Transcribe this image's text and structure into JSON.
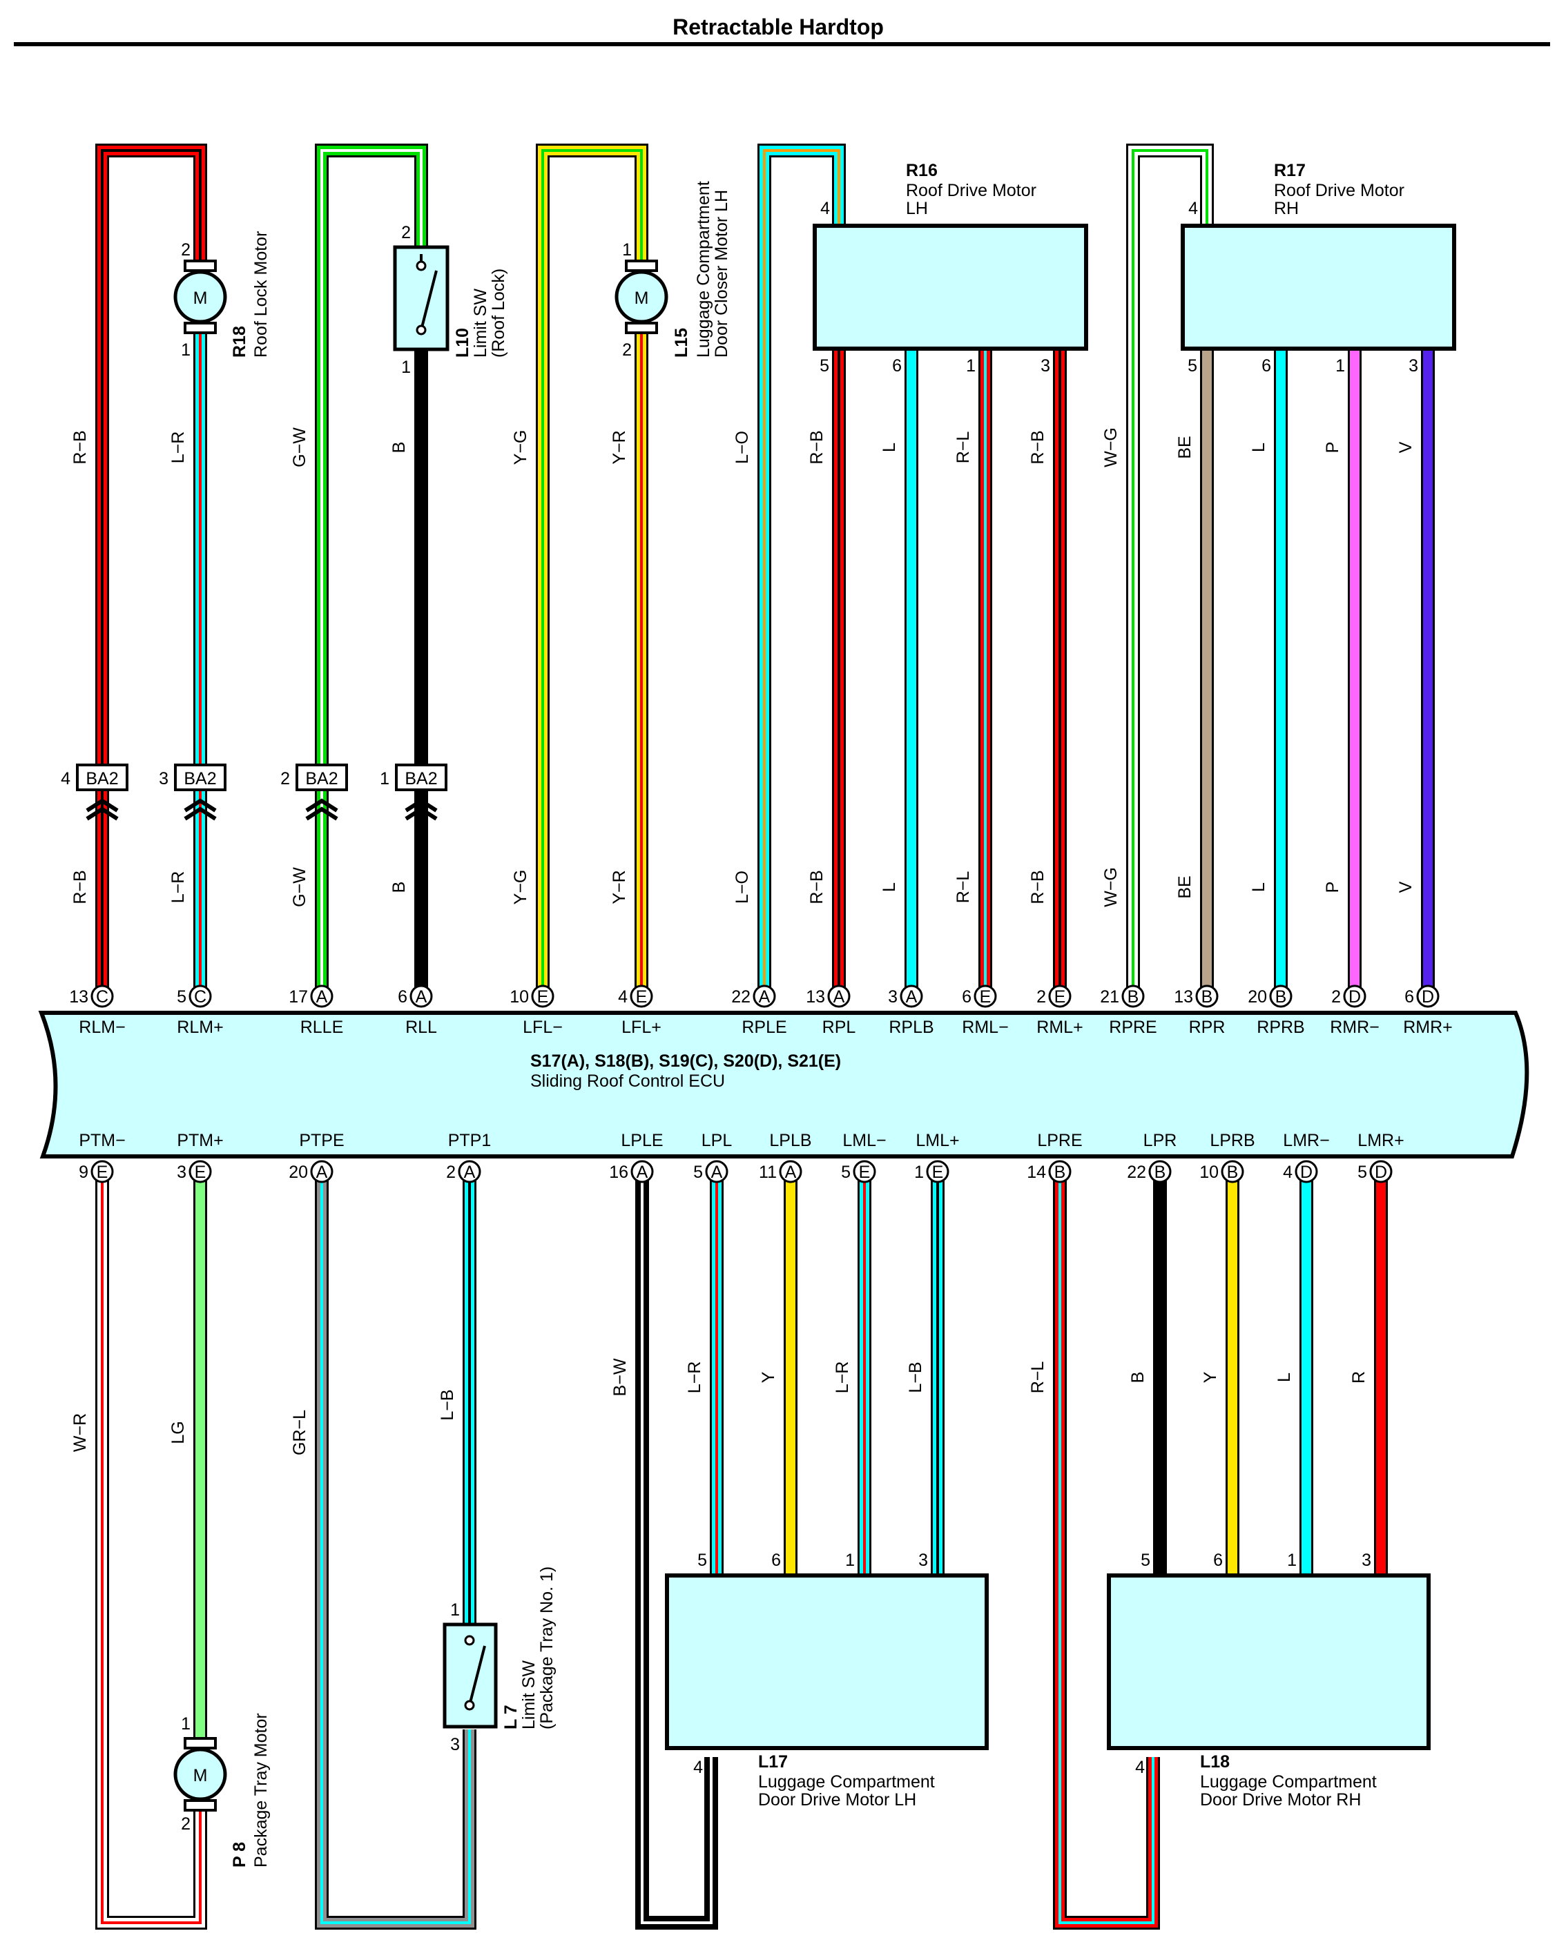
{
  "title": "Retractable Hardtop",
  "colors": {
    "R": "#ff0000",
    "B": "#000000",
    "L": "#00ffff",
    "G": "#00e000",
    "W": "#ffffff",
    "Y": "#ffe600",
    "O": "#ff9900",
    "BE": "#b9a38a",
    "P": "#ff66ff",
    "V": "#5522ee",
    "LG": "#80ff80",
    "GR": "#909090",
    "box_fill": "#ccffff",
    "ecu_fill": "#ccffff"
  },
  "ecu": {
    "names": "S17(A), S18(B), S19(C), S20(D), S21(E)",
    "desc": "Sliding Roof Control ECU",
    "top_terminals": [
      {
        "pin": "13",
        "conn": "C",
        "name": "RLM−"
      },
      {
        "pin": "5",
        "conn": "C",
        "name": "RLM+"
      },
      {
        "pin": "17",
        "conn": "A",
        "name": "RLLE"
      },
      {
        "pin": "6",
        "conn": "A",
        "name": "RLL"
      },
      {
        "pin": "10",
        "conn": "E",
        "name": "LFL−"
      },
      {
        "pin": "4",
        "conn": "E",
        "name": "LFL+"
      },
      {
        "pin": "22",
        "conn": "A",
        "name": "RPLE"
      },
      {
        "pin": "13",
        "conn": "A",
        "name": "RPL"
      },
      {
        "pin": "3",
        "conn": "A",
        "name": "RPLB"
      },
      {
        "pin": "6",
        "conn": "E",
        "name": "RML−"
      },
      {
        "pin": "2",
        "conn": "E",
        "name": "RML+"
      },
      {
        "pin": "21",
        "conn": "B",
        "name": "RPRE"
      },
      {
        "pin": "13",
        "conn": "B",
        "name": "RPR"
      },
      {
        "pin": "20",
        "conn": "B",
        "name": "RPRB"
      },
      {
        "pin": "2",
        "conn": "D",
        "name": "RMR−"
      },
      {
        "pin": "6",
        "conn": "D",
        "name": "RMR+"
      }
    ],
    "bottom_terminals": [
      {
        "pin": "9",
        "conn": "E",
        "name": "PTM−"
      },
      {
        "pin": "3",
        "conn": "E",
        "name": "PTM+"
      },
      {
        "pin": "20",
        "conn": "A",
        "name": "PTPE"
      },
      {
        "pin": "2",
        "conn": "A",
        "name": "PTP1"
      },
      {
        "pin": "16",
        "conn": "A",
        "name": "LPLE"
      },
      {
        "pin": "5",
        "conn": "A",
        "name": "LPL"
      },
      {
        "pin": "11",
        "conn": "A",
        "name": "LPLB"
      },
      {
        "pin": "5",
        "conn": "E",
        "name": "LML−"
      },
      {
        "pin": "1",
        "conn": "E",
        "name": "LML+"
      },
      {
        "pin": "14",
        "conn": "B",
        "name": "LPRE"
      },
      {
        "pin": "22",
        "conn": "B",
        "name": "LPR"
      },
      {
        "pin": "10",
        "conn": "B",
        "name": "LPRB"
      },
      {
        "pin": "4",
        "conn": "D",
        "name": "LMR−"
      },
      {
        "pin": "5",
        "conn": "D",
        "name": "LMR+"
      }
    ]
  },
  "connector_ba2": {
    "name": "BA2",
    "pins": [
      "4",
      "3",
      "2",
      "1"
    ]
  },
  "components": {
    "r18": {
      "id": "R18",
      "name": "Roof Lock Motor",
      "symbol": "M",
      "pin_top": "2",
      "pin_bottom": "1"
    },
    "l10": {
      "id": "L10",
      "name": "Limit SW",
      "sub": "(Roof Lock)",
      "pin_top": "2",
      "pin_bottom": "1"
    },
    "l15": {
      "id": "L15",
      "name": "Luggage Compartment",
      "sub": "Door Closer Motor LH",
      "symbol": "M",
      "pin_top": "1",
      "pin_bottom": "2"
    },
    "r16": {
      "id": "R16",
      "name": "Roof Drive Motor",
      "sub": "LH",
      "pins_top": [
        "4"
      ],
      "pins_bottom": [
        "5",
        "6",
        "1",
        "3"
      ]
    },
    "r17": {
      "id": "R17",
      "name": "Roof Drive Motor",
      "sub": "RH",
      "pins_top": [
        "4"
      ],
      "pins_bottom": [
        "5",
        "6",
        "1",
        "3"
      ]
    },
    "p8": {
      "id": "P 8",
      "name": "Package Tray Motor",
      "symbol": "M",
      "pin_top": "1",
      "pin_bottom": "2"
    },
    "l7": {
      "id": "L 7",
      "name": "Limit SW",
      "sub": "(Package Tray No. 1)",
      "pin_top": "1",
      "pin_bottom": "3"
    },
    "l17": {
      "id": "L17",
      "name": "Luggage Compartment",
      "sub": "Door Drive Motor LH",
      "pins_top": [
        "5",
        "6",
        "1",
        "3"
      ],
      "pins_bottom": [
        "4"
      ]
    },
    "l18": {
      "id": "L18",
      "name": "Luggage Compartment",
      "sub": "Door Drive Motor RH",
      "pins_top": [
        "5",
        "6",
        "1",
        "3"
      ],
      "pins_bottom": [
        "4"
      ]
    }
  },
  "wires_top": [
    {
      "label": "R−B",
      "label_lower": "R−B",
      "base": "R",
      "stripe": "B"
    },
    {
      "label": "L−R",
      "label_lower": "L−R",
      "base": "L",
      "stripe": "R"
    },
    {
      "label": "G−W",
      "label_lower": "G−W",
      "base": "G",
      "stripe": "W"
    },
    {
      "label": "B",
      "label_lower": "B",
      "base": "B",
      "stripe": ""
    },
    {
      "label": "Y−G",
      "label_lower": "Y−G",
      "base": "Y",
      "stripe": "G"
    },
    {
      "label": "Y−R",
      "label_lower": "Y−R",
      "base": "Y",
      "stripe": "R"
    },
    {
      "label": "L−O",
      "label_lower": "L−O",
      "base": "L",
      "stripe": "O"
    },
    {
      "label": "R−B",
      "label_lower": "R−B",
      "base": "R",
      "stripe": "B"
    },
    {
      "label": "L",
      "label_lower": "L",
      "base": "L",
      "stripe": ""
    },
    {
      "label": "R−L",
      "label_lower": "R−L",
      "base": "R",
      "stripe": "L"
    },
    {
      "label": "R−B",
      "label_lower": "R−B",
      "base": "R",
      "stripe": "B"
    },
    {
      "label": "W−G",
      "label_lower": "W−G",
      "base": "W",
      "stripe": "G"
    },
    {
      "label": "BE",
      "label_lower": "BE",
      "base": "BE",
      "stripe": ""
    },
    {
      "label": "L",
      "label_lower": "L",
      "base": "L",
      "stripe": ""
    },
    {
      "label": "P",
      "label_lower": "P",
      "base": "P",
      "stripe": ""
    },
    {
      "label": "V",
      "label_lower": "V",
      "base": "V",
      "stripe": ""
    }
  ],
  "wires_bottom": [
    {
      "label": "W−R",
      "base": "W",
      "stripe": "R"
    },
    {
      "label": "LG",
      "base": "LG",
      "stripe": ""
    },
    {
      "label": "GR−L",
      "base": "GR",
      "stripe": "L"
    },
    {
      "label": "L−B",
      "base": "L",
      "stripe": "B"
    },
    {
      "label": "B−W",
      "base": "B",
      "stripe": "W"
    },
    {
      "label": "L−R",
      "base": "L",
      "stripe": "R"
    },
    {
      "label": "Y",
      "base": "Y",
      "stripe": ""
    },
    {
      "label": "L−R",
      "base": "L",
      "stripe": "R"
    },
    {
      "label": "L−B",
      "base": "L",
      "stripe": "B"
    },
    {
      "label": "R−L",
      "base": "R",
      "stripe": "L"
    },
    {
      "label": "B",
      "base": "B",
      "stripe": ""
    },
    {
      "label": "Y",
      "base": "Y",
      "stripe": ""
    },
    {
      "label": "L",
      "base": "L",
      "stripe": ""
    },
    {
      "label": "R",
      "base": "R",
      "stripe": ""
    }
  ]
}
